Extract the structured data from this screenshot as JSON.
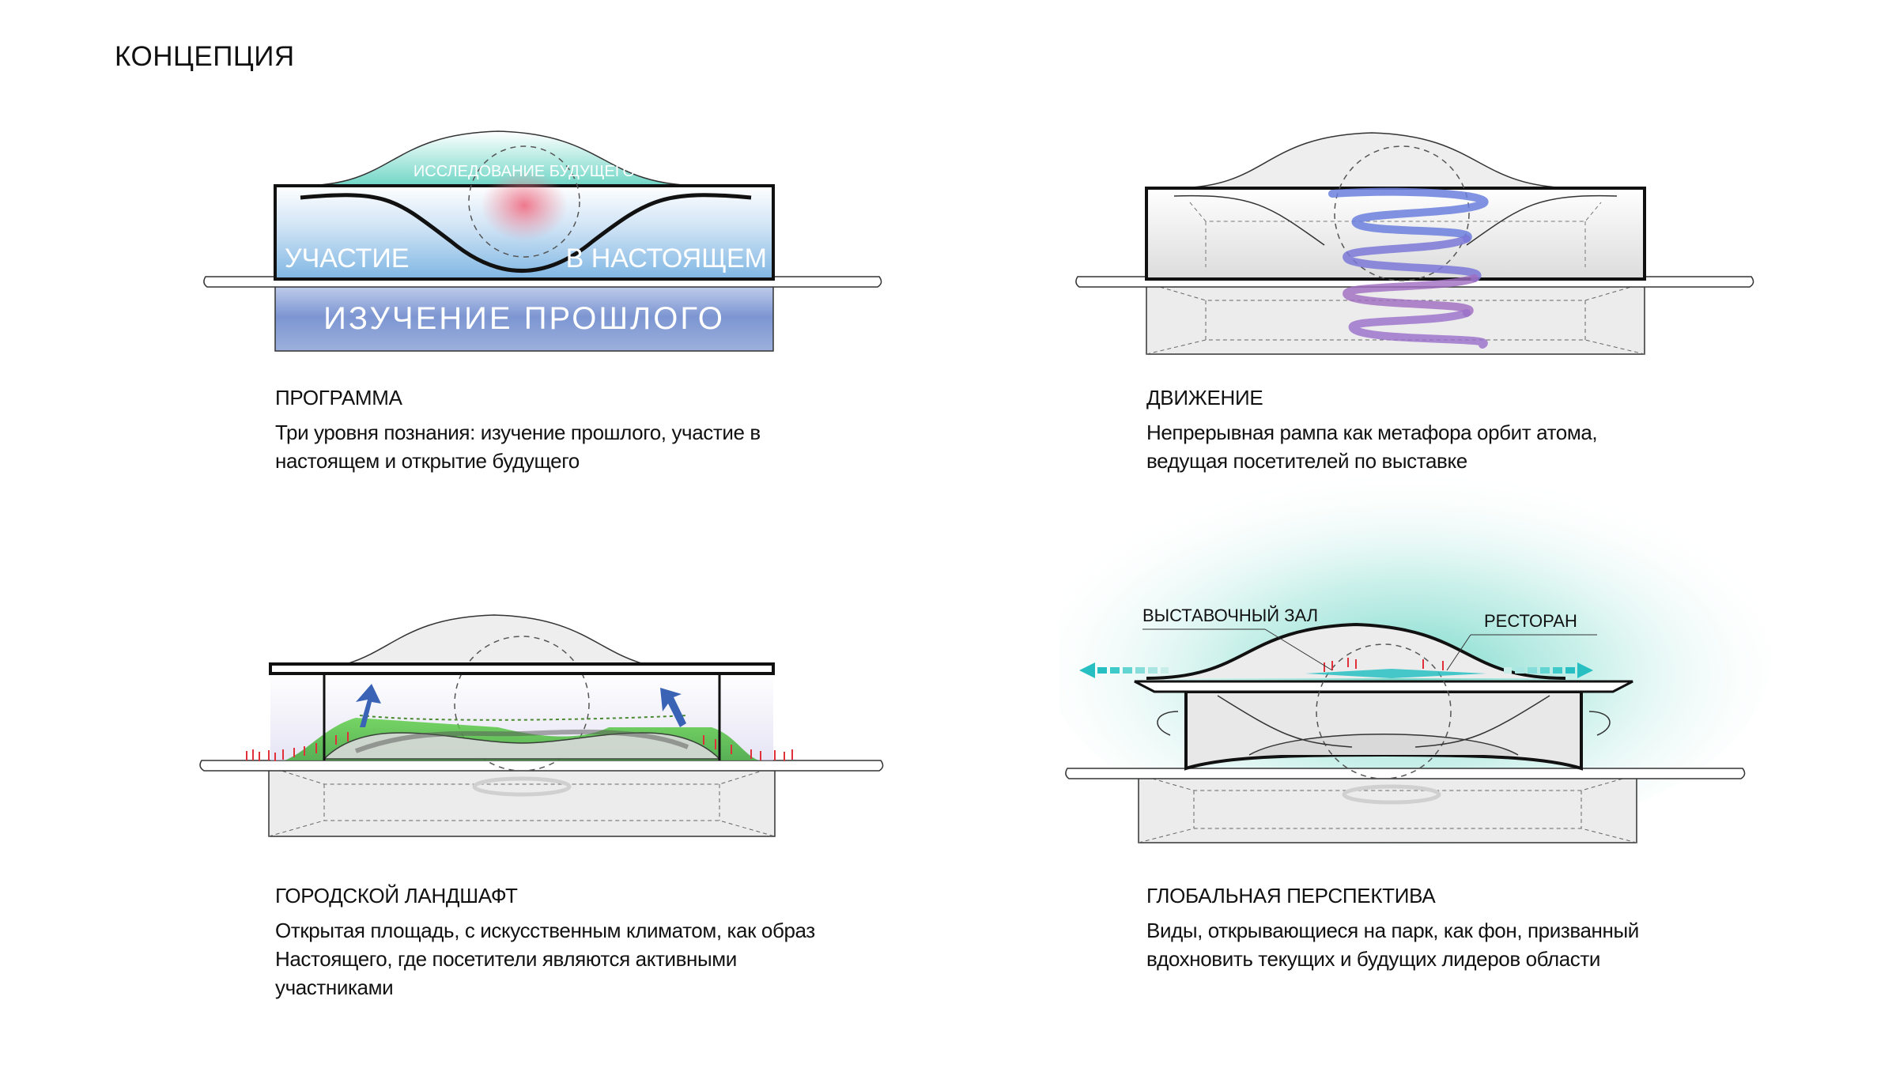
{
  "page_title": "КОНЦЕПЦИЯ",
  "colors": {
    "blue_glow": "#7fb6e3",
    "teal_glow": "#6fd6c6",
    "red_glow": "#f08a9a",
    "ramp_blue": "#6a7fdc",
    "ramp_purple": "#a06bc0",
    "grass_green": "#5fcf4a",
    "arrow_blue": "#3a63b6",
    "teal_arrow": "#28bfc2",
    "people_red": "#e0303a",
    "gray_box": "#e9e9e9",
    "outline": "#111111"
  },
  "diagrams": {
    "program": {
      "label_future": "ИССЛЕДОВАНИЕ БУДУЩЕГО",
      "label_participation": "УЧАСТИЕ",
      "label_present": "В НАСТОЯЩЕМ",
      "label_past": "ИЗУЧЕНИЕ ПРОШЛОГО"
    },
    "perspective": {
      "label_exhibition": "ВЫСТАВОЧНЫЙ ЗАЛ",
      "label_restaurant": "РЕСТОРАН"
    }
  },
  "sections": {
    "program": {
      "title": "ПРОГРАММА",
      "line1": "Три уровня познания: изучение прошлого, участие в",
      "line2": "настоящем  и  открытие будущего"
    },
    "movement": {
      "title": "ДВИЖЕНИЕ",
      "line1": "Непрерывная рампа как метафора орбит  атома,",
      "line2": "ведущая посетителей по выставке"
    },
    "landscape": {
      "title": "ГОРОДСКОЙ ЛАНДШАФТ",
      "line1": "Открытая площадь, с искусственным климатом, как образ",
      "line2": "Настоящего, где посетители являются активными",
      "line3": "участниками"
    },
    "perspective": {
      "title": "ГЛОБАЛЬНАЯ ПЕРСПЕКТИВА",
      "line1": "Виды, открывающиеся на парк, как фон, призванный",
      "line2": "вдохновить текущих и будущих лидеров области"
    }
  }
}
